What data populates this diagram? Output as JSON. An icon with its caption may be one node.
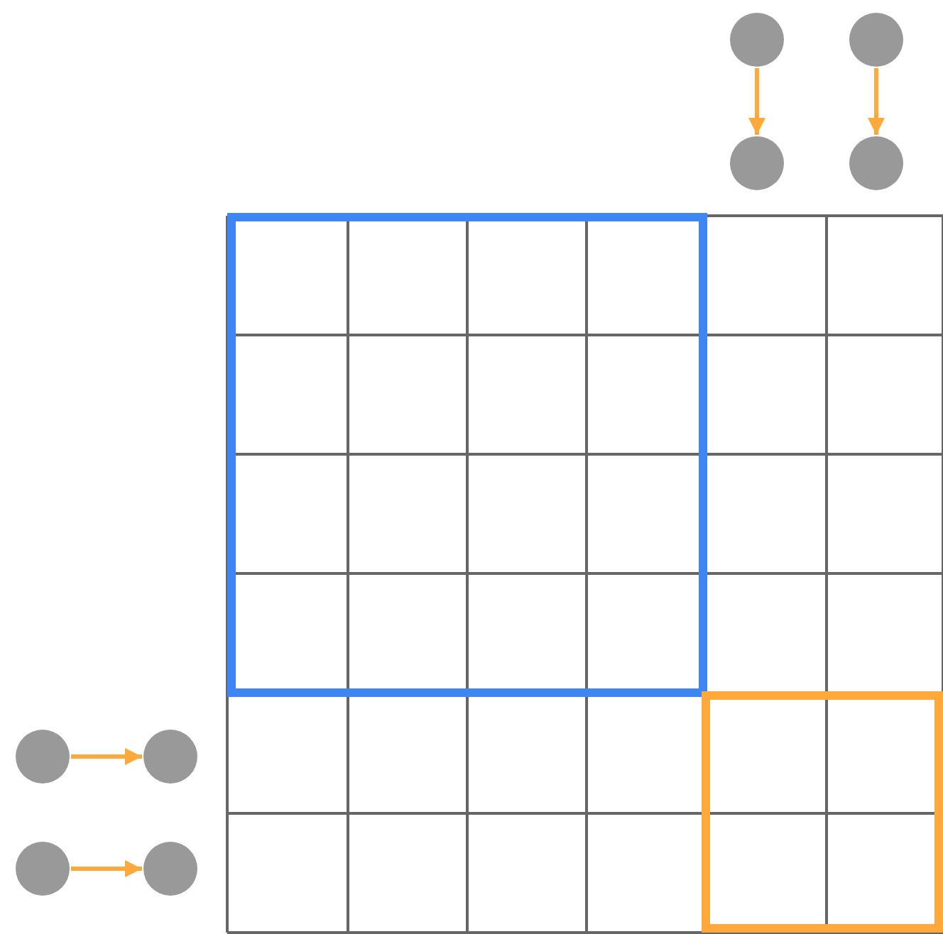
{
  "diagram": {
    "nodes": [
      {
        "text": [],
        "shape": "circle"
      },
      {
        "text": [],
        "shape": "circle"
      },
      {
        "text": [],
        "shape": "circle"
      },
      {
        "text": [],
        "shape": "circle"
      },
      {
        "text": [],
        "shape": "circle"
      },
      {
        "text": [],
        "shape": "circle"
      },
      {
        "text": [],
        "shape": "circle"
      },
      {
        "text": [],
        "shape": "circle"
      }
    ],
    "edges": [
      {
        "from": 0,
        "to": 2,
        "arrow": "to"
      },
      {
        "from": 1,
        "to": 3,
        "arrow": "to"
      },
      {
        "from": 4,
        "to": 5,
        "arrow": "to"
      },
      {
        "from": 6,
        "to": 7,
        "arrow": "to"
      }
    ]
  }
}
